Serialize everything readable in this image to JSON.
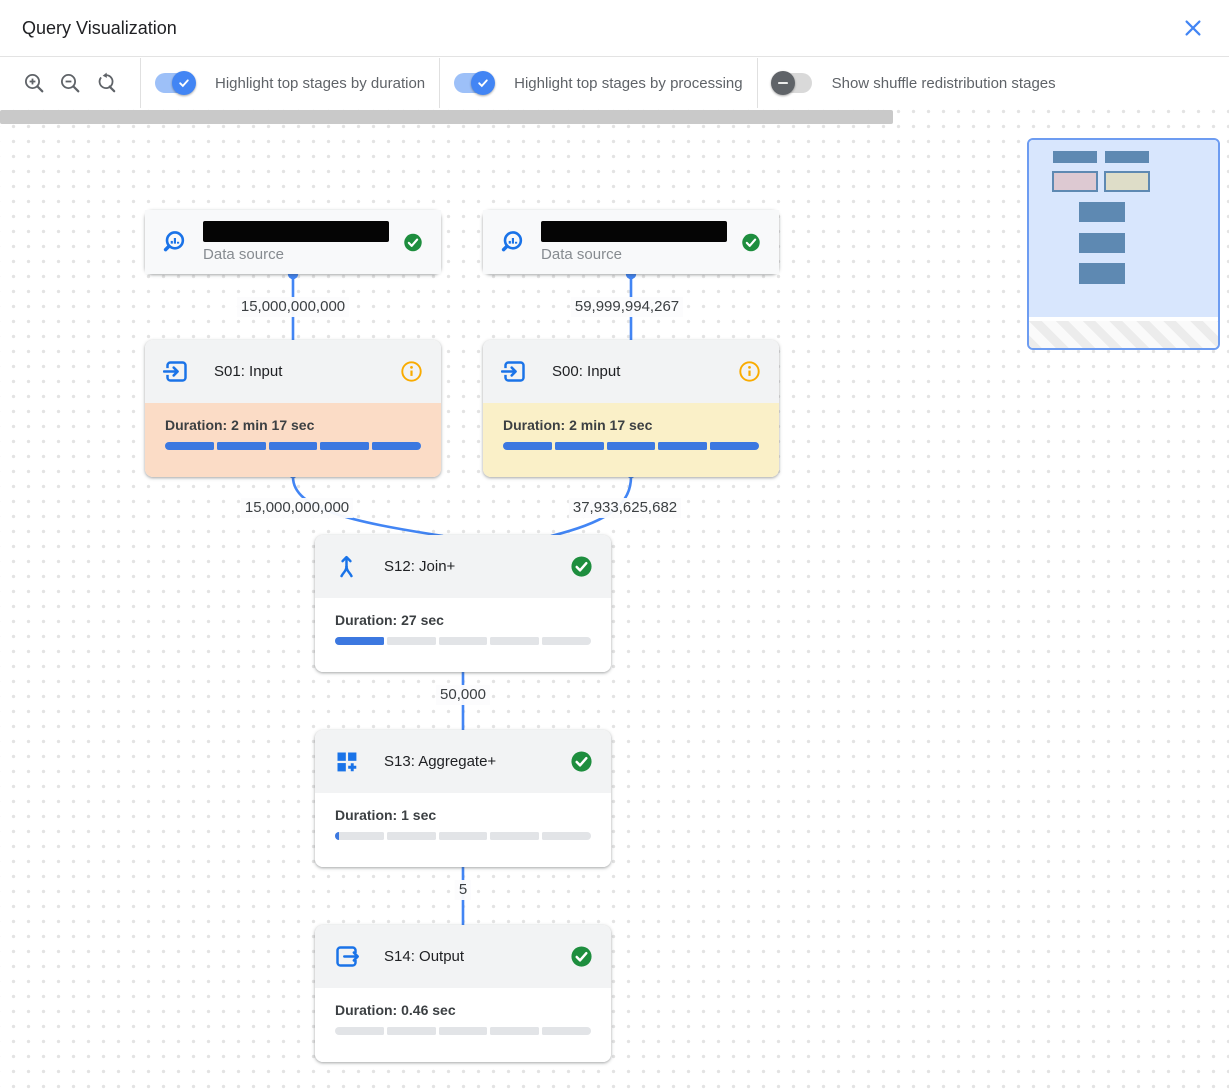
{
  "header": {
    "title": "Query Visualization"
  },
  "toolbar": {
    "toggles": [
      {
        "label": "Highlight top stages by duration",
        "on": true
      },
      {
        "label": "Highlight top stages by processing",
        "on": true
      },
      {
        "label": "Show shuffle redistribution stages",
        "on": false
      }
    ]
  },
  "graph": {
    "nodes": [
      {
        "type": "data_source",
        "label": "Data source",
        "name_redacted": true,
        "status": "completed"
      },
      {
        "type": "data_source",
        "label": "Data source",
        "name_redacted": true,
        "status": "completed"
      },
      {
        "type": "stage",
        "title": "S01: Input",
        "status": "info",
        "duration_label": "Duration: 2 min 17 sec",
        "progress_percent": 100,
        "highlight": "top_by_duration"
      },
      {
        "type": "stage",
        "title": "S00: Input",
        "status": "info",
        "duration_label": "Duration: 2 min 17 sec",
        "progress_percent": 100,
        "highlight": "top_by_processing"
      },
      {
        "type": "stage",
        "title": "S12: Join+",
        "status": "completed",
        "duration_label": "Duration: 27 sec",
        "progress_percent": 20,
        "highlight": "none"
      },
      {
        "type": "stage",
        "title": "S13: Aggregate+",
        "status": "completed",
        "duration_label": "Duration: 1 sec",
        "progress_percent": 1.5,
        "highlight": "none"
      },
      {
        "type": "stage",
        "title": "S14: Output",
        "status": "completed",
        "duration_label": "Duration: 0.46 sec",
        "progress_percent": 0,
        "highlight": "none"
      }
    ],
    "edges": [
      {
        "from": "data_source_1",
        "to": "S01",
        "rows": "15,000,000,000"
      },
      {
        "from": "data_source_2",
        "to": "S00",
        "rows": "59,999,994,267"
      },
      {
        "from": "S01",
        "to": "S12",
        "rows": "15,000,000,000"
      },
      {
        "from": "S00",
        "to": "S12",
        "rows": "37,933,625,682"
      },
      {
        "from": "S12",
        "to": "S13",
        "rows": "50,000"
      },
      {
        "from": "S13",
        "to": "S14",
        "rows": "5"
      }
    ]
  },
  "colors": {
    "accent_blue": "#4285f4",
    "node_icon_blue": "#1a73e8",
    "duration_highlight": "#fbdcc6",
    "processing_highlight": "#faf0c8",
    "success_green": "#1e8e3e",
    "info_orange": "#f9ab00",
    "minimap_viewport": "#d8e6fd"
  }
}
